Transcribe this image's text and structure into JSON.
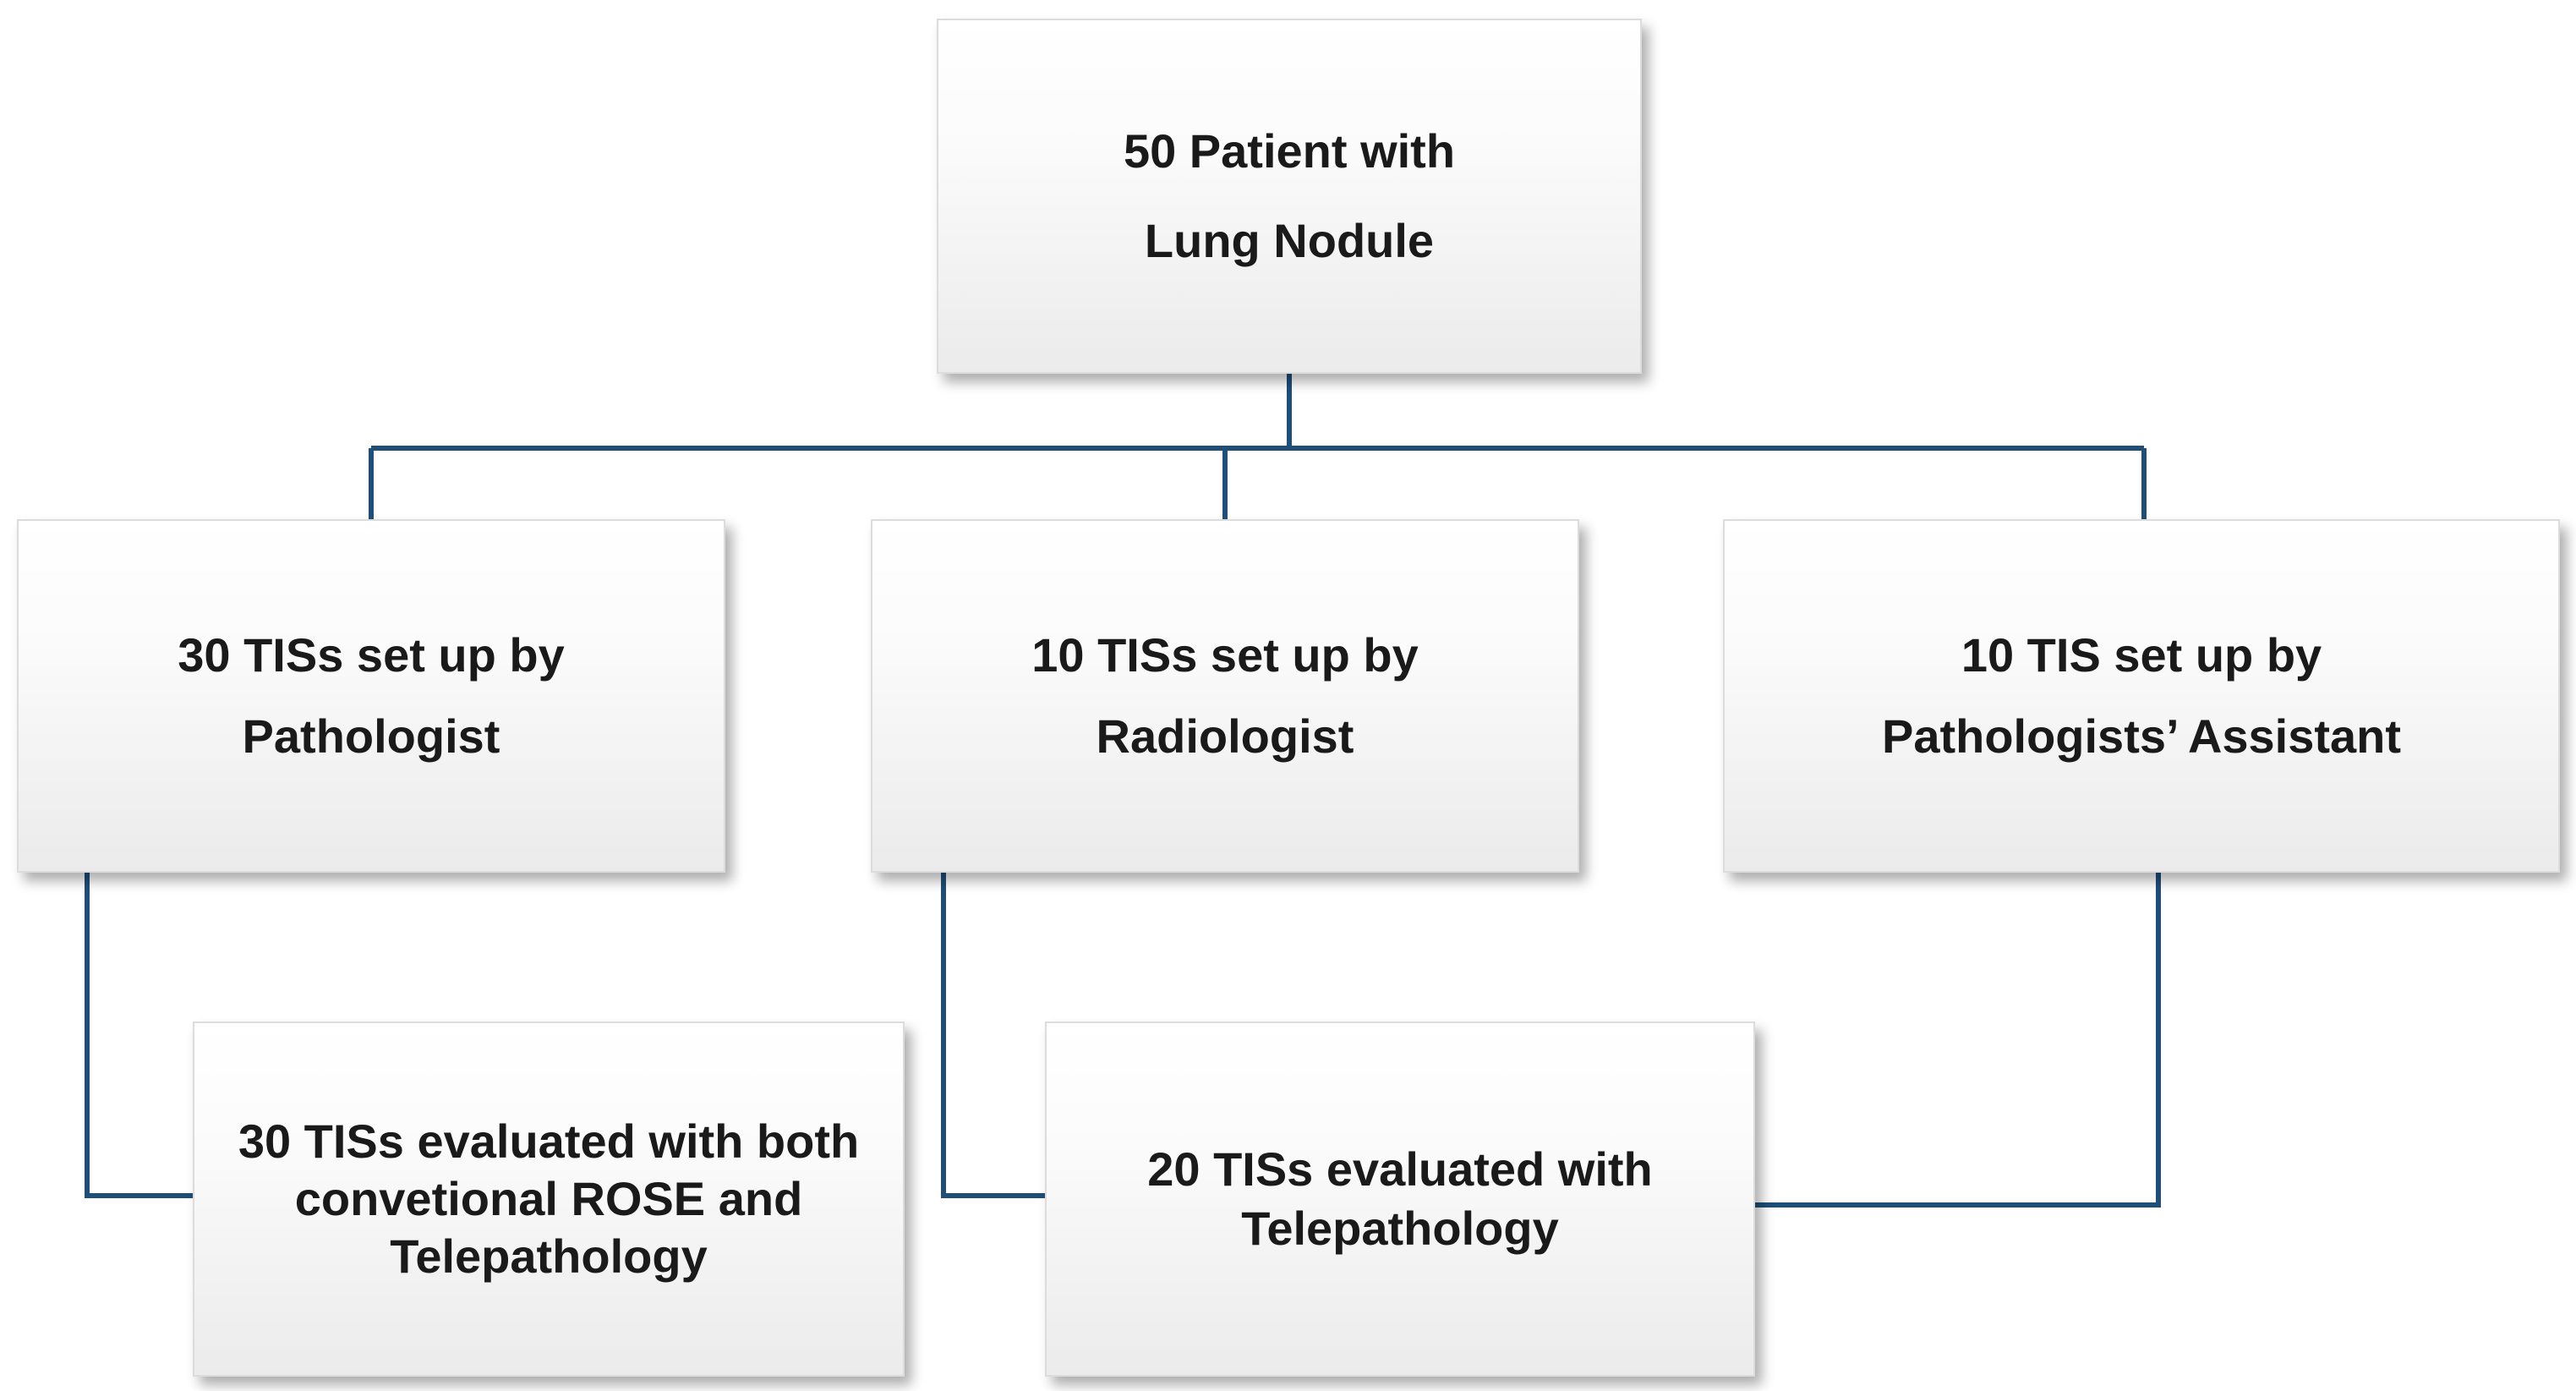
{
  "diagram": {
    "line_color": "#1f4e79",
    "nodes": {
      "root": {
        "lines": [
          "50 Patient with",
          "Lung Nodule"
        ]
      },
      "pathologist": {
        "lines": [
          "30 TISs set up by",
          "Pathologist"
        ]
      },
      "radiologist": {
        "lines": [
          "10 TISs set up by",
          "Radiologist"
        ]
      },
      "assistant": {
        "lines": [
          "10 TIS set up by",
          "Pathologists’ Assistant"
        ]
      },
      "both_methods": {
        "lines": [
          "30 TISs evaluated with both",
          "convetional ROSE and",
          "Telepathology"
        ]
      },
      "telepathology": {
        "lines": [
          "20 TISs evaluated with",
          "Telepathology"
        ]
      }
    }
  }
}
